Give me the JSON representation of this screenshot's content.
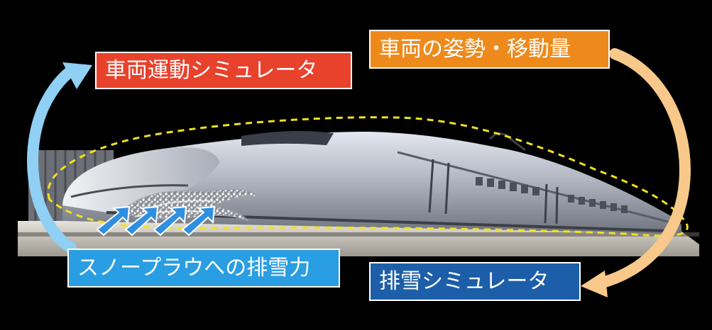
{
  "labels": {
    "vehicle_sim": "車両運動シミュレータ",
    "posture": "車両の姿勢・移動量",
    "plow_force": "スノープラウへの排雪力",
    "snow_sim": "排雪シミュレータ"
  },
  "colors": {
    "vehicle_sim": "#e8412c",
    "posture": "#ee8a1c",
    "plow_force": "#2a9ee2",
    "snow_sim": "#1d5ea8",
    "arrow_left": "#8fd0f4",
    "arrow_right": "#f8c98a",
    "force_arrows": "#2f8fe0",
    "dashed_outline": "#f2e21a"
  },
  "icons": {
    "train": "shinkansen-train-image",
    "snow": "snow-particles",
    "force": "force-arrows-icon"
  }
}
